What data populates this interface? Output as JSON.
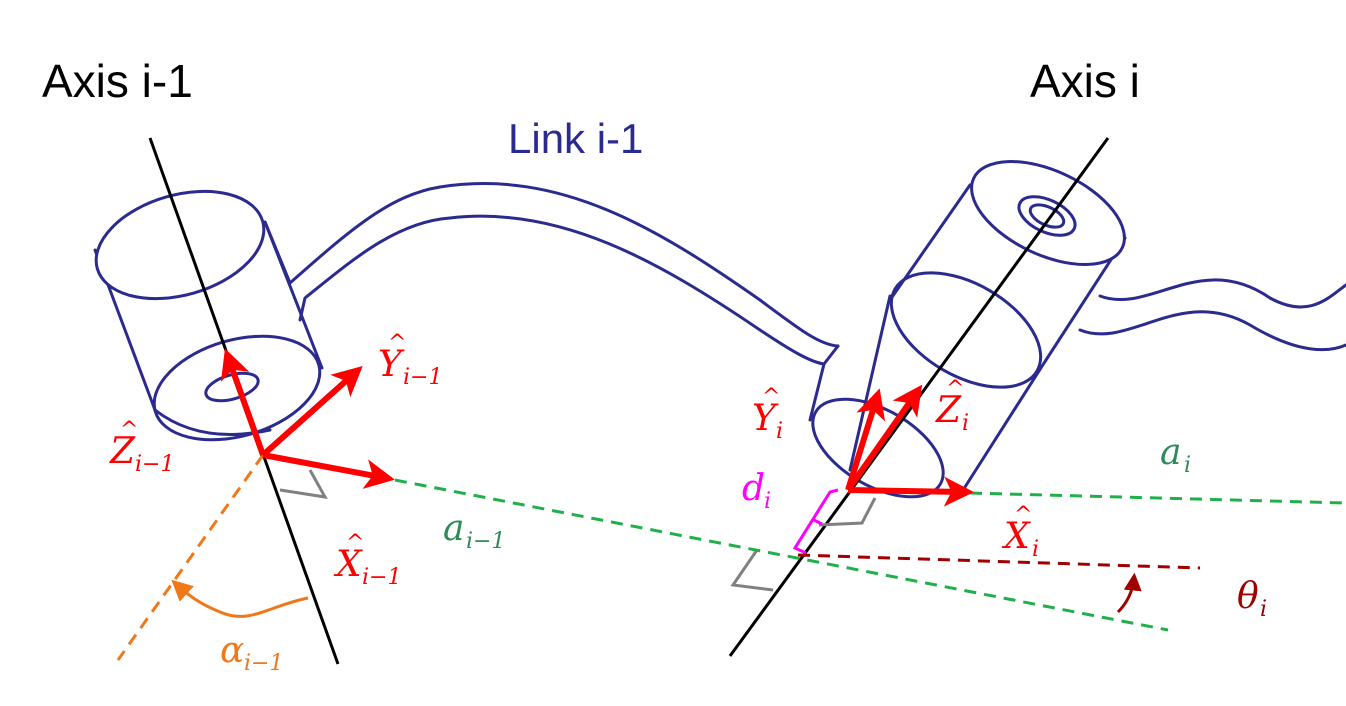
{
  "axes": {
    "left_label": "Axis i-1",
    "right_label": "Axis i"
  },
  "link_label": "Link i-1",
  "frames": {
    "prev": {
      "z": {
        "letter": "Z",
        "sub": "i−1"
      },
      "y": {
        "letter": "Y",
        "sub": "i−1"
      },
      "x": {
        "letter": "X",
        "sub": "i−1"
      }
    },
    "curr": {
      "z": {
        "letter": "Z",
        "sub": "i"
      },
      "y": {
        "letter": "Y",
        "sub": "i"
      },
      "x": {
        "letter": "X",
        "sub": "i"
      }
    }
  },
  "params": {
    "a_prev": {
      "letter": "a",
      "sub": "i−1"
    },
    "alpha_prev": {
      "letter": "α",
      "sub": "i−1"
    },
    "a_curr": {
      "letter": "a",
      "sub": "i"
    },
    "d_curr": {
      "letter": "d",
      "sub": "i"
    },
    "theta_curr": {
      "letter": "θ",
      "sub": "i"
    }
  },
  "colors": {
    "link": "#2b2a8f",
    "frame": "#ff0000",
    "axis": "#000000",
    "common_normal": "#1fb04a",
    "a_label": "#2e8b57",
    "alpha": "#f07818",
    "d": "#ff00ff",
    "theta": "#a00000",
    "right_angle": "#808080"
  }
}
